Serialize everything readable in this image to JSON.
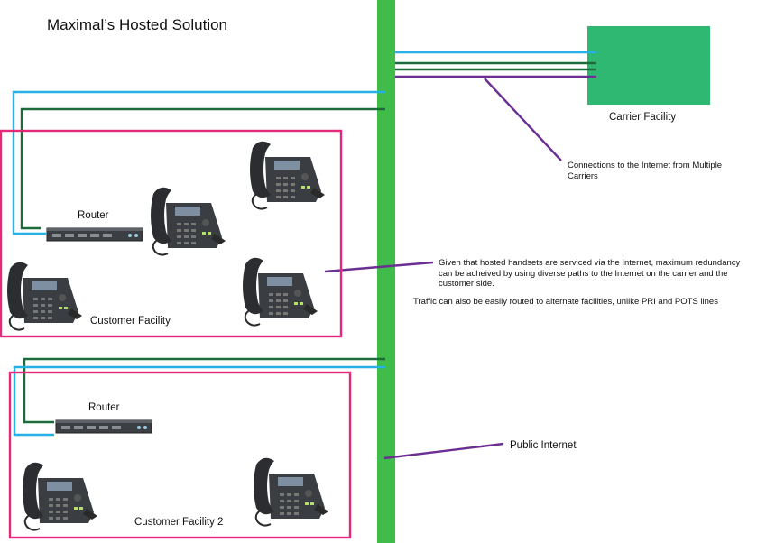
{
  "title": "Maximal’s Hosted Solution",
  "carrier_facility": {
    "label": "Carrier Facility",
    "color": "#2eb872"
  },
  "public_internet": {
    "label": "Public Internet",
    "color": "#3fbc49"
  },
  "notes": {
    "carriers": "Connections to the Internet from Multiple Carriers",
    "handsets": "Given that hosted handsets are serviced via the Internet, maximum redundancy can be acheived by using diverse paths to the Internet on the carrier and the customer side.",
    "traffic": "Traffic can also be easily routed to alternate facilities, unlike PRI and POTS lines"
  },
  "facilities": [
    {
      "label": "Customer Facility",
      "router_label": "Router",
      "border_color": "#e5287a"
    },
    {
      "label": "Customer Facility 2",
      "router_label": "Router",
      "border_color": "#e5287a"
    }
  ],
  "colors": {
    "link_blue": "#27b0e3",
    "link_green": "#1c6b3a",
    "callout_purple": "#6b2f93"
  },
  "icons": [
    "ip-phone-icon",
    "router-icon"
  ]
}
